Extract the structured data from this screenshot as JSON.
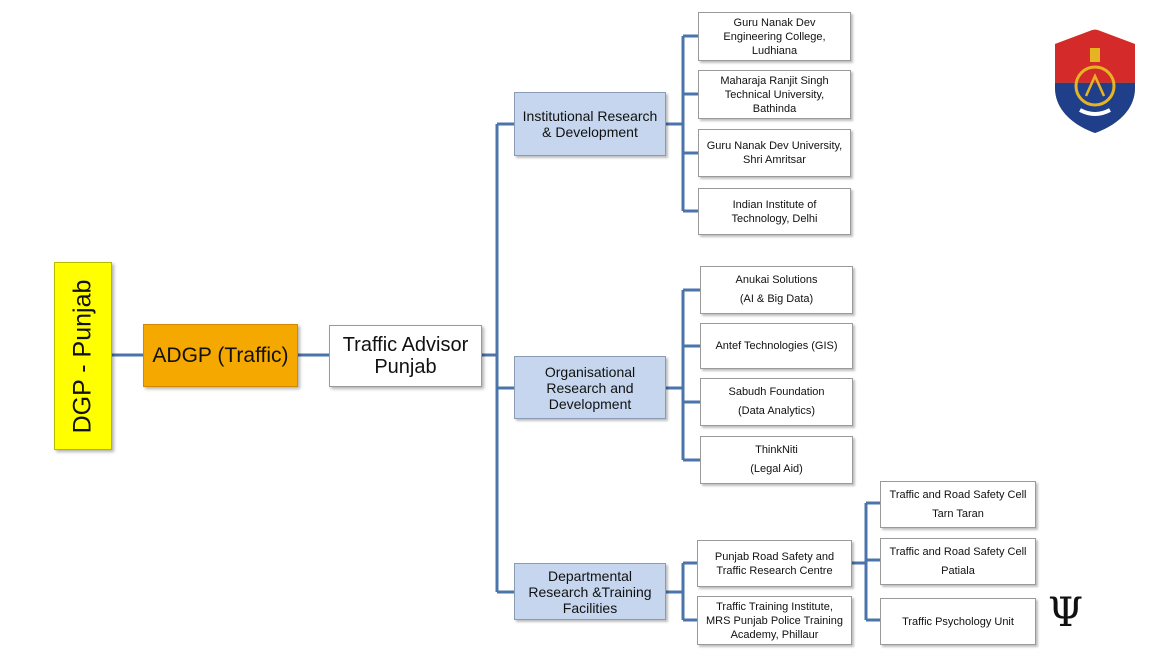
{
  "nodes": {
    "dgp": "DGP - Punjab",
    "adgp": "ADGP (Traffic)",
    "advisor": "Traffic Advisor\nPunjab",
    "institutional": "Institutional Research\n& Development",
    "organisational": "Organisational\nResearch and\nDevelopment",
    "departmental": "Departmental\nResearch &Training\nFacilities",
    "gndec": "Guru Nanak Dev\nEngineering College,\nLudhiana",
    "mrsptu": "Maharaja Ranjit Singh\nTechnical University,\nBathinda",
    "gndu": "Guru Nanak Dev University,\nShri Amritsar",
    "iit": "Indian Institute of\nTechnology, Delhi",
    "anukai": "Anukai Solutions\n(AI &  Big Data)",
    "antef": "Antef Technologies (GIS)",
    "sabudh": "Sabudh Foundation\n(Data Analytics)",
    "thinkniti": "ThinkNiti\n(Legal Aid)",
    "prsrc": "Punjab Road Safety and\nTraffic Research Centre",
    "tti": "Traffic Training Institute,\nMRS Punjab Police Training\nAcademy, Phillaur",
    "tarn_taran": "Traffic and Road Safety Cell\nTarn Taran",
    "patiala": "Traffic and Road Safety Cell\nPatiala",
    "psych": "Traffic Psychology Unit"
  },
  "psi_symbol": "Ψ",
  "colors": {
    "connector": "#4a74ab",
    "mid_fill": "#c5d6ee",
    "adgp_fill": "#f5a800",
    "dgp_fill": "#ffff00",
    "emblem_blue": "#1f3f8a",
    "emblem_red": "#d42a2a",
    "emblem_gold": "#e6b422"
  }
}
